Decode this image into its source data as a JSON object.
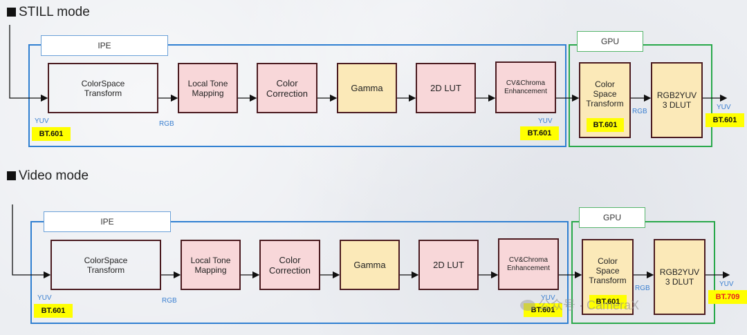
{
  "sections": [
    {
      "title": "STILL mode",
      "ipe_label": "IPE",
      "gpu_label": "GPU",
      "blocks": [
        "ColorSpace\nTransform",
        "Local Tone\nMapping",
        "Color\nCorrection",
        "Gamma",
        "2D LUT",
        "CV&Chroma\nEnhancement",
        "Color\nSpace\nTransform",
        "RGB2YUV\n3 DLUT"
      ],
      "cs_labels": [
        "YUV",
        "RGB",
        "YUV",
        "RGB",
        "YUV"
      ],
      "tags": [
        "BT.601",
        "BT.601",
        "BT.601",
        "BT.601"
      ]
    },
    {
      "title": "Video mode",
      "ipe_label": "IPE",
      "gpu_label": "GPU",
      "blocks": [
        "ColorSpace\nTransform",
        "Local Tone\nMapping",
        "Color\nCorrection",
        "Gamma",
        "2D LUT",
        "CV&Chroma\nEnhancement",
        "Color\nSpace\nTransform",
        "RGB2YUV\n3 DLUT"
      ],
      "cs_labels": [
        "YUV",
        "RGB",
        "YUV",
        "RGB",
        "YUV"
      ],
      "tags": [
        "BT.601",
        "BT.601",
        "BT.601",
        "BT.709"
      ]
    }
  ],
  "watermark": "公众号 · CameraX",
  "colors": {
    "ipe_border": "#2f7fd1",
    "gpu_border": "#28a84a",
    "block_border": "#4a1a1f",
    "pink": "#f8d7d9",
    "yellow": "#fbe9b8",
    "tag_bg": "#ffff00",
    "tag_red": "#e8231f",
    "label_blue": "#3a7fd0"
  }
}
